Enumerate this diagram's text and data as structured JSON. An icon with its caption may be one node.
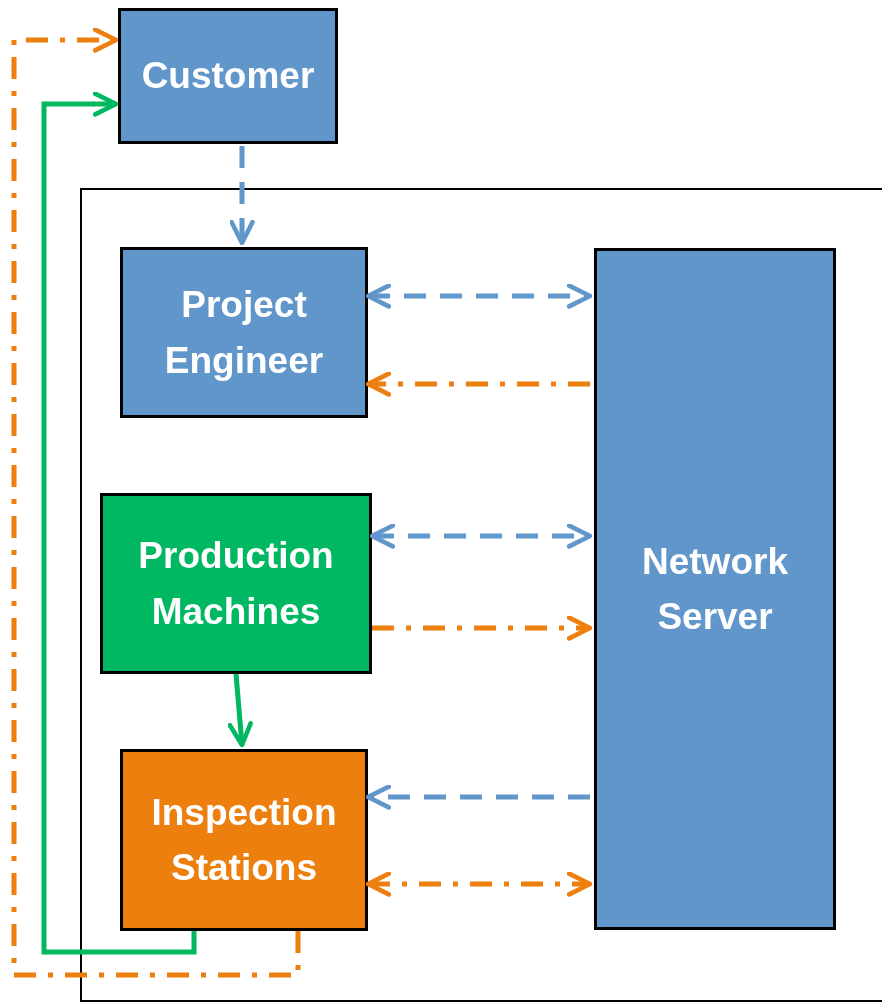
{
  "diagram": {
    "nodes": [
      {
        "text": [
          "Customer"
        ]
      },
      {
        "text": [],
        "shape": "box"
      },
      {
        "text": [
          "Project Engineer"
        ],
        "in": 1
      },
      {
        "text": [
          "Production Machines"
        ],
        "in": 1
      },
      {
        "text": [
          "Inspection Stations"
        ],
        "in": 1
      },
      {
        "text": [
          "Network Server"
        ],
        "in": 1
      }
    ],
    "edges": [
      {
        "from": 0,
        "to": 2,
        "arrow": "to",
        "style": "dashed",
        "color": "#6096c9"
      },
      {
        "from": 2,
        "to": 5,
        "arrow": "both",
        "style": "dashed",
        "color": "#6096c9"
      },
      {
        "from": 5,
        "to": 2,
        "arrow": "to",
        "style": "dashed",
        "color": "#ec7f0d"
      },
      {
        "from": 3,
        "to": 5,
        "arrow": "both",
        "style": "dashed",
        "color": "#6096c9"
      },
      {
        "from": 3,
        "to": 5,
        "arrow": "to",
        "style": "dashed",
        "color": "#ec7f0d"
      },
      {
        "from": 3,
        "to": 4,
        "arrow": "to",
        "color": "#00b862"
      },
      {
        "from": 5,
        "to": 4,
        "arrow": "to",
        "style": "dashed",
        "color": "#6096c9"
      },
      {
        "from": 4,
        "to": 5,
        "arrow": "both",
        "style": "dashed",
        "color": "#ec7f0d"
      },
      {
        "from": 4,
        "to": 0,
        "arrow": "to",
        "color": "#00b862"
      },
      {
        "from": 4,
        "to": 0,
        "arrow": "to",
        "style": "dashed",
        "color": "#ec7f0d"
      }
    ]
  }
}
